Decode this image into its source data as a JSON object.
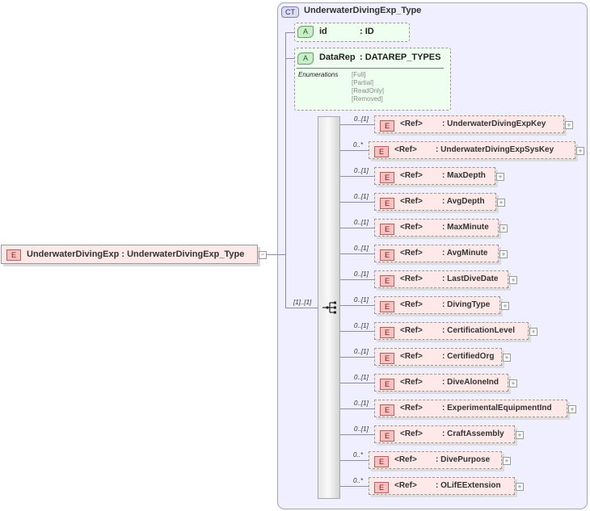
{
  "complex_type": {
    "badge": "CT",
    "name": "UnderwaterDivingExp_Type"
  },
  "root_element": {
    "badge": "E",
    "label": "UnderwaterDivingExp : UnderwaterDivingExp_Type"
  },
  "attributes": [
    {
      "badge": "A",
      "name": "id",
      "type": ": ID"
    },
    {
      "badge": "A",
      "name": "DataRep",
      "type": ": DATAREP_TYPES",
      "enumerations_label": "Enumerations",
      "enumerations": [
        "[Full]",
        "[Partial]",
        "[ReadOnly]",
        "[Removed]"
      ]
    }
  ],
  "sequence": {
    "multiplicity": "[1]..[1]",
    "icon": "sequence-icon"
  },
  "elements": [
    {
      "badge": "E",
      "ref": "<Ref>",
      "name": ": UnderwaterDivingExpKey",
      "mult": "0..[1]"
    },
    {
      "badge": "E",
      "ref": "<Ref>",
      "name": ": UnderwaterDivingExpSysKey",
      "mult": "0..*"
    },
    {
      "badge": "E",
      "ref": "<Ref>",
      "name": ": MaxDepth",
      "mult": "0..[1]"
    },
    {
      "badge": "E",
      "ref": "<Ref>",
      "name": ": AvgDepth",
      "mult": "0..[1]"
    },
    {
      "badge": "E",
      "ref": "<Ref>",
      "name": ": MaxMinute",
      "mult": "0..[1]"
    },
    {
      "badge": "E",
      "ref": "<Ref>",
      "name": ": AvgMinute",
      "mult": "0..[1]"
    },
    {
      "badge": "E",
      "ref": "<Ref>",
      "name": ": LastDiveDate",
      "mult": "0..[1]"
    },
    {
      "badge": "E",
      "ref": "<Ref>",
      "name": ": DivingType",
      "mult": "0..[1]"
    },
    {
      "badge": "E",
      "ref": "<Ref>",
      "name": ": CertificationLevel",
      "mult": "0..[1]"
    },
    {
      "badge": "E",
      "ref": "<Ref>",
      "name": ": CertifiedOrg",
      "mult": "0..[1]"
    },
    {
      "badge": "E",
      "ref": "<Ref>",
      "name": ": DiveAloneInd",
      "mult": "0..[1]"
    },
    {
      "badge": "E",
      "ref": "<Ref>",
      "name": ": ExperimentalEquipmentInd",
      "mult": "0..[1]"
    },
    {
      "badge": "E",
      "ref": "<Ref>",
      "name": ": CraftAssembly",
      "mult": "0..[1]"
    },
    {
      "badge": "E",
      "ref": "<Ref>",
      "name": ": DivePurpose",
      "mult": "0..*"
    },
    {
      "badge": "E",
      "ref": "<Ref>",
      "name": ": OLifEExtension",
      "mult": "0..*"
    }
  ],
  "expand_symbol": "+",
  "collapse_symbol": "−"
}
